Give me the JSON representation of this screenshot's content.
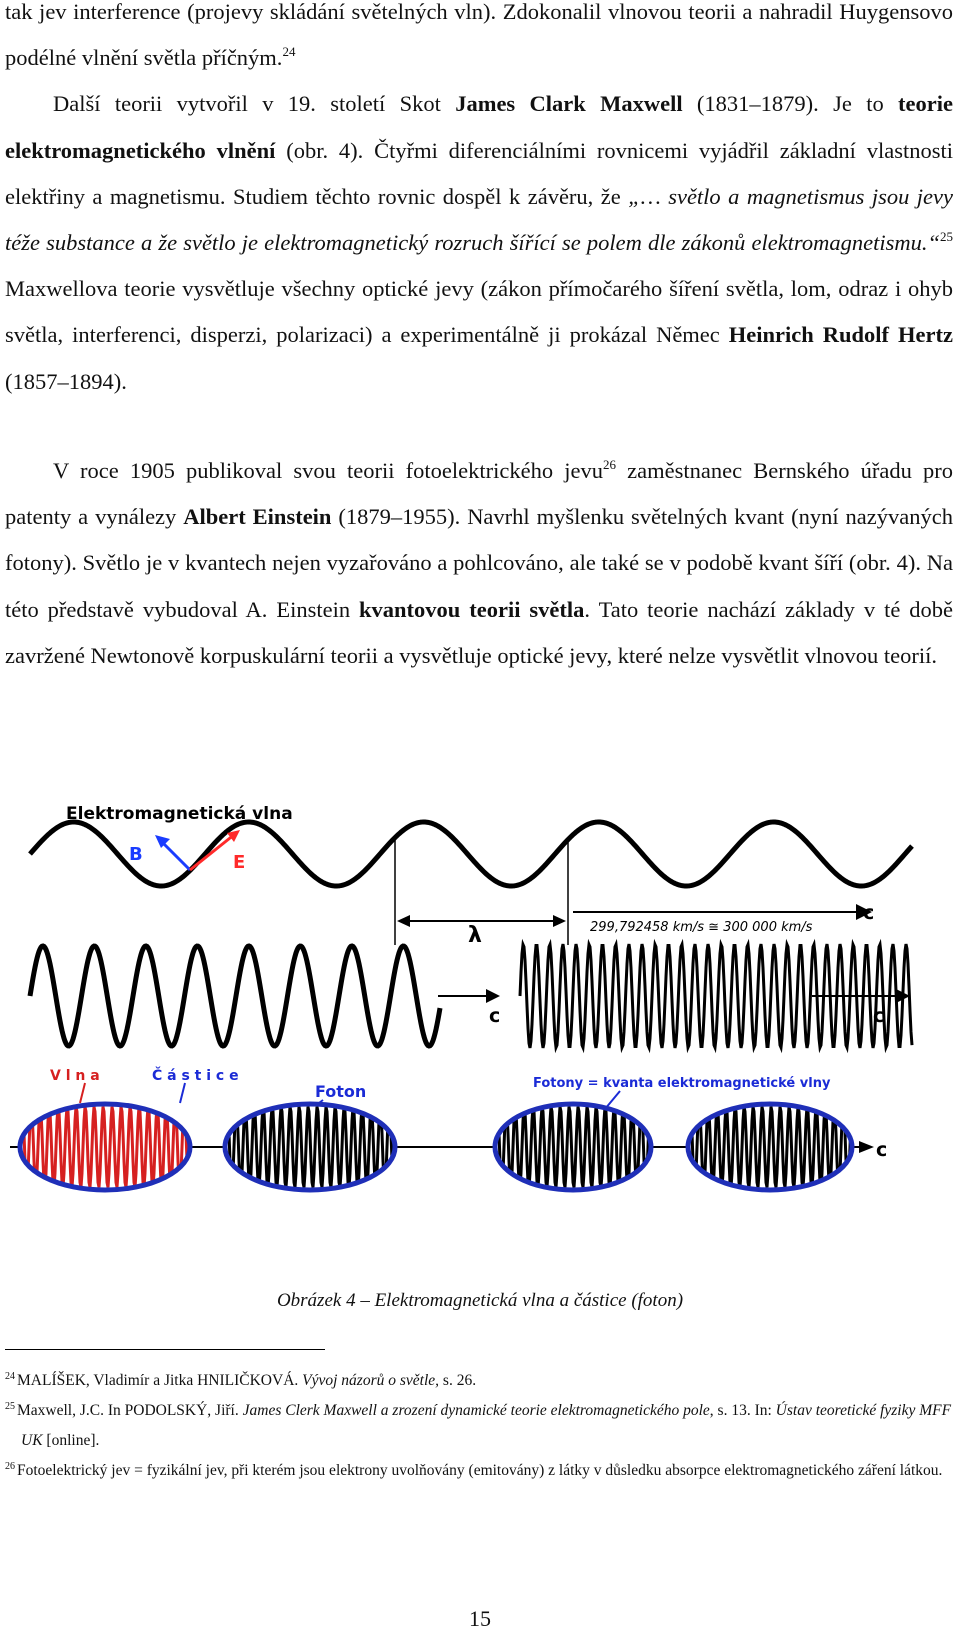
{
  "body": {
    "p1_a": "tak jev interference (projevy skládání světelných vln). Zdokonalil vlnovou teorii a nahradil Huygensovo podélné vlnění světla příčným.",
    "p1_ref": "24",
    "p2_a": "Další teorii vytvořil v 19. století Skot ",
    "p2_name": "James Clark Maxwell",
    "p2_b": " (1831–1879). Je to ",
    "p2_theory": "teorie elektromagnetického vlnění",
    "p2_c": " (obr. 4). Čtyřmi diferenciálními rovnicemi vyjádřil základní vlastnosti elektřiny a magnetismu. Studiem těchto rovnic dospěl k závěru, že ",
    "p2_quote": "„… světlo a magnetismus jsou jevy téže substance a že světlo je elektromagnetický rozruch šířící se polem dle zákonů elektromagnetismu.“",
    "p2_ref": "25",
    "p2_d": " Maxwellova teorie vysvětluje všechny optické jevy (zákon přímočarého šíření světla, lom, odraz i ohyb světla, interferenci, disperzi, polarizaci) a experimentálně ji prokázal Němec ",
    "p2_hertz": "Heinrich Rudolf Hertz",
    "p2_e": " (1857–1894).",
    "p3_a": "V roce 1905 publikoval svou teorii fotoelektrického jevu",
    "p3_ref": "26",
    "p3_b": " zaměstnanec Bernského úřadu pro patenty a vynálezy ",
    "p3_name": "Albert Einstein",
    "p3_c": " (1879–1955). Navrhl myšlenku světelných kvant (nyní nazývaných fotony). Světlo je v kvantech nejen vyzařováno a pohlcováno, ale také se v podobě kvant šíří (obr. 4). Na této představě vybudoval A. Einstein ",
    "p3_theory": "kvantovou teorii světla",
    "p3_d": ". Tato teorie nachází základy v té době zavržené Newtonově korpuskulární teorii a vysvětluje optické jevy, které nelze vysvětlit vlnovou teorií."
  },
  "figure": {
    "title": "Elektromagnetická vlna",
    "label_b": "B",
    "label_e": "E",
    "lambda": "λ",
    "speed": "299,792458 km/s ≅ 300 000 km/s",
    "c": "c",
    "vlna": "V l n a",
    "castice": "Č á s t i c e",
    "foton": "Foton",
    "fotony": "Fotony = kvanta elektromagnetické vlny",
    "colors": {
      "wave": "#000000",
      "b_vector": "#1a3cff",
      "e_vector": "#ff2a2a",
      "ellipse_fill": "#1f2fb8",
      "label_blue": "#1b2bd6",
      "label_red": "#d62020"
    }
  },
  "caption": "Obrázek 4 – Elektromagnetická vlna a částice (foton)",
  "footnotes": [
    {
      "num": "24",
      "a": "MALÍŠEK, Vladimír a Jitka HNILIČKOVÁ. ",
      "i": "Vývoj názorů o světle,",
      "b": " s. 26."
    },
    {
      "num": "25",
      "a": "Maxwell, J.C. In PODOLSKÝ, Jiří. ",
      "i": "James Clerk Maxwell a zrození dynamické teorie elektromagnetického pole",
      "b": ", s. 13. In: ",
      "i2": "Ústav teoretické fyziky MFF UK",
      "c": " [online]."
    },
    {
      "num": "26",
      "a": "Fotoelektrický jev = fyzikální jev, při kterém jsou elektrony uvolňovány (emitovány) z látky v důsledku absorpce elektromagnetického záření látkou."
    }
  ],
  "page_number": "15"
}
